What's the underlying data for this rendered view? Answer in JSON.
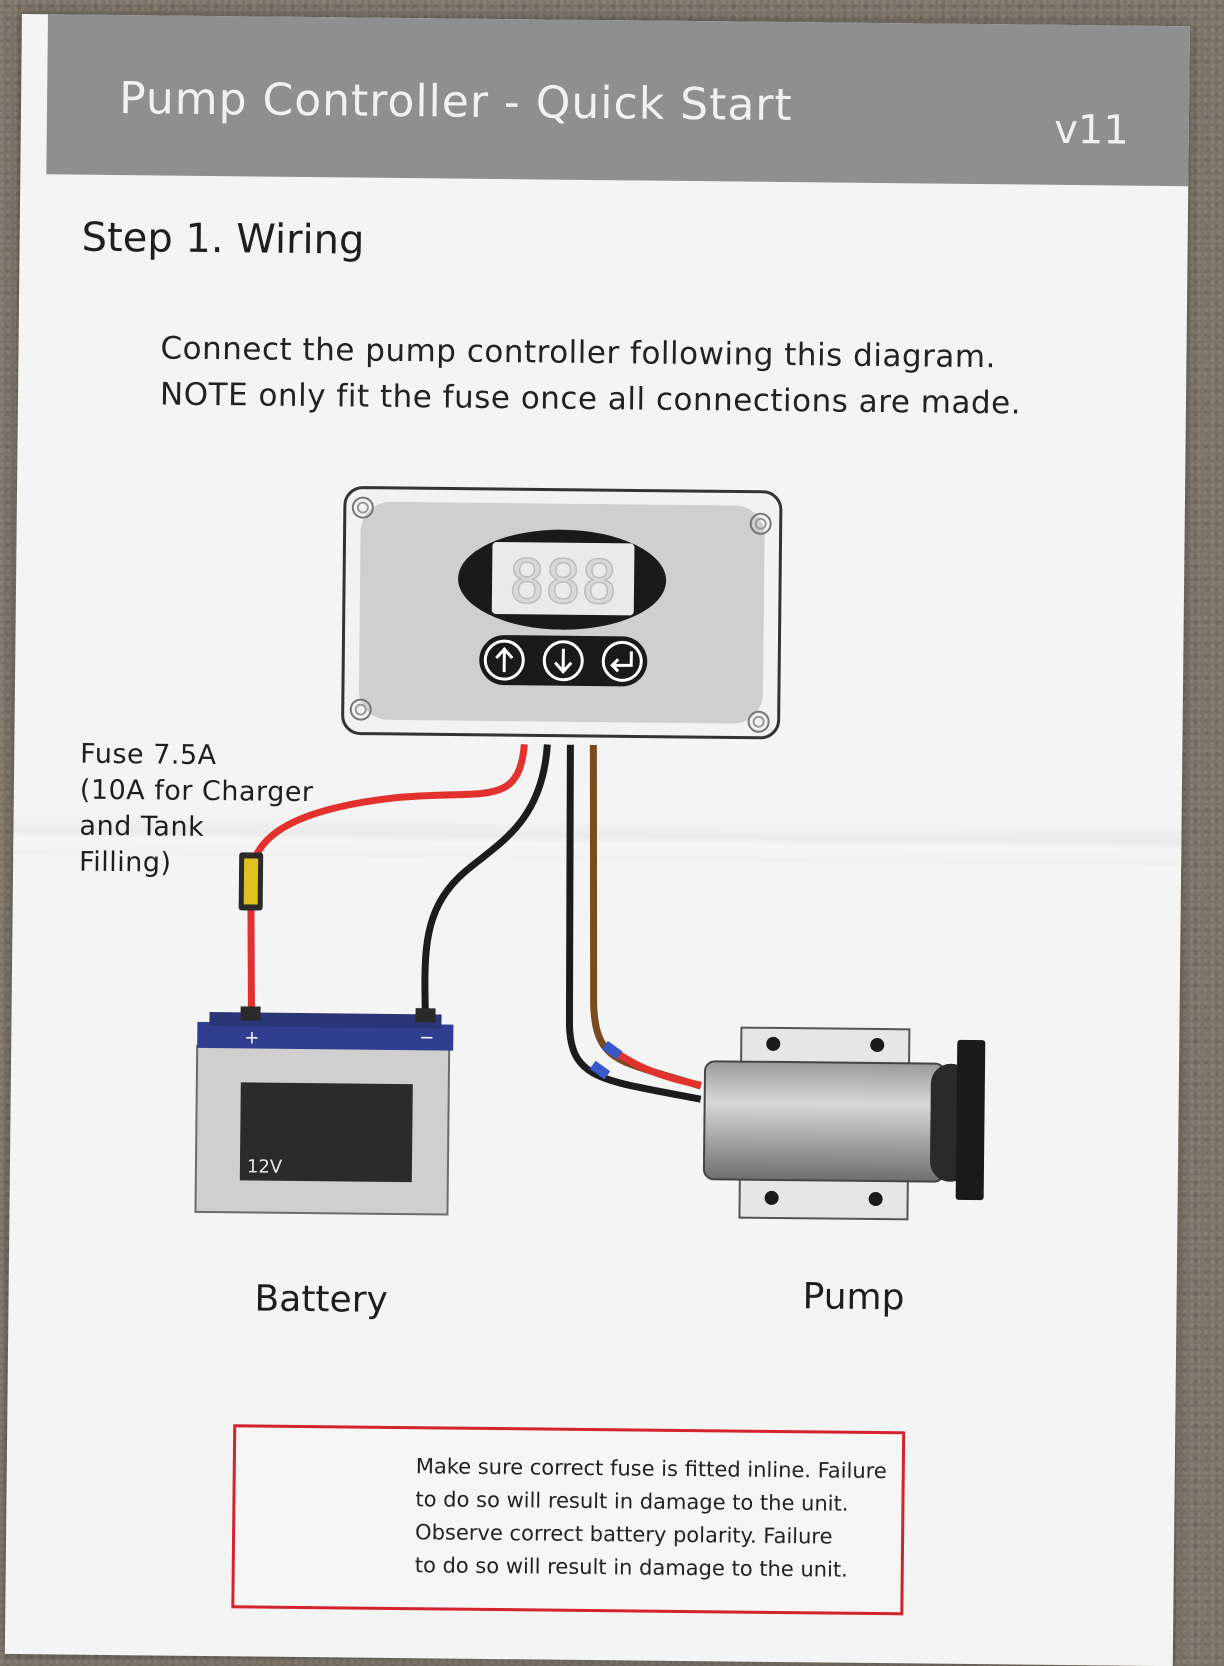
{
  "header": {
    "title": "Pump Controller - Quick Start",
    "version": "v11"
  },
  "step": {
    "heading": "Step 1. Wiring",
    "instruction_line1": "Connect the pump controller following this diagram.",
    "instruction_line2": "NOTE only fit the fuse once all connections are made."
  },
  "diagram": {
    "controller": {
      "display": "888",
      "buttons": [
        "up-arrow-icon",
        "down-arrow-icon",
        "enter-icon"
      ]
    },
    "fuse": {
      "line1": "Fuse 7.5A",
      "line2": "(10A for Charger",
      "line3": "and Tank",
      "line4": "Filling)"
    },
    "battery": {
      "voltage": "12V",
      "positive": "+",
      "negative": "−",
      "caption": "Battery"
    },
    "pump": {
      "caption": "Pump"
    },
    "wire_colors": {
      "positive": "#e3312d",
      "negative": "#1c1c1c",
      "signal": "#7a4a20",
      "sleeve": "#3a57c9"
    }
  },
  "warning": {
    "icon": "warning-triangle-icon",
    "line1": "Make sure correct fuse is fitted inline. Failure",
    "line2": "to do so will result in damage to the unit.",
    "line3": "Observe correct battery polarity. Failure",
    "line4": "to do so will result in damage to the unit.",
    "border_color": "#d4232a"
  }
}
